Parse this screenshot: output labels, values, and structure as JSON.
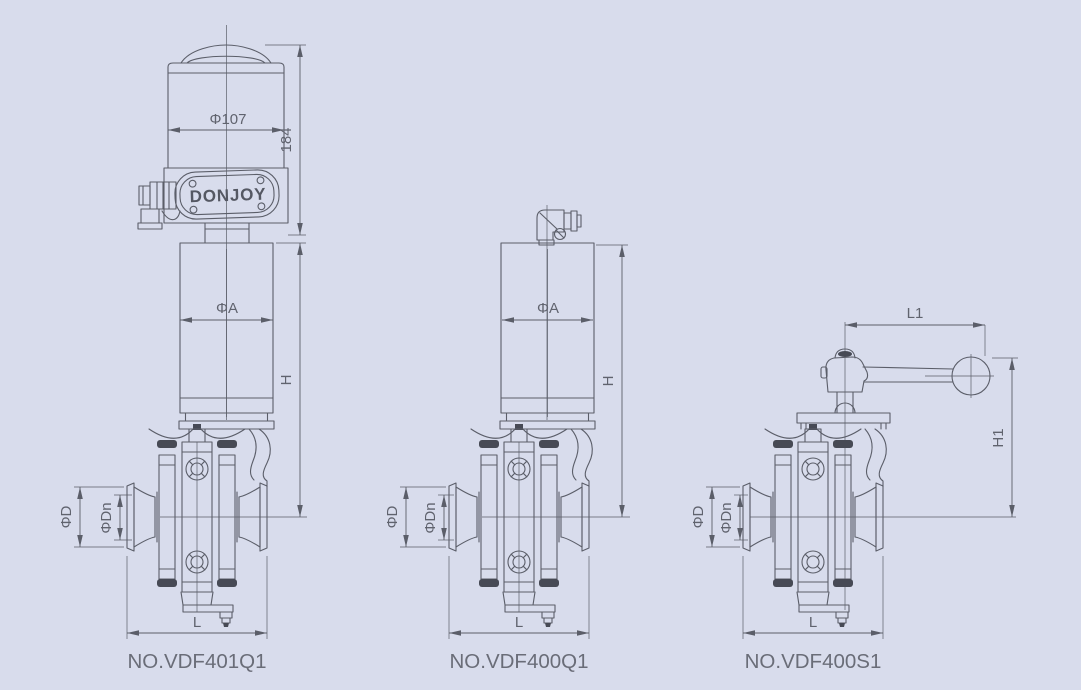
{
  "colors": {
    "background": "#d8dcec",
    "line": "#5b5e69",
    "text": "#60636e",
    "dark_fill": "#474a55"
  },
  "figures": [
    {
      "caption": "NO.VDF401Q1",
      "brand": "DONJOY",
      "dims": {
        "actuator_diameter": "Φ107",
        "actuator_height": "184",
        "cylinder_diameter": "ΦA",
        "total_height": "H",
        "flange_diameter": "ΦD",
        "nominal_diameter": "ΦDn",
        "face_to_face_length": "L"
      }
    },
    {
      "caption": "NO.VDF400Q1",
      "dims": {
        "cylinder_diameter": "ΦA",
        "total_height": "H",
        "flange_diameter": "ΦD",
        "nominal_diameter": "ΦDn",
        "face_to_face_length": "L"
      }
    },
    {
      "caption": "NO.VDF400S1",
      "dims": {
        "handle_length": "L1",
        "handle_height": "H1",
        "flange_diameter": "ΦD",
        "nominal_diameter": "ΦDn",
        "face_to_face_length": "L"
      }
    }
  ]
}
